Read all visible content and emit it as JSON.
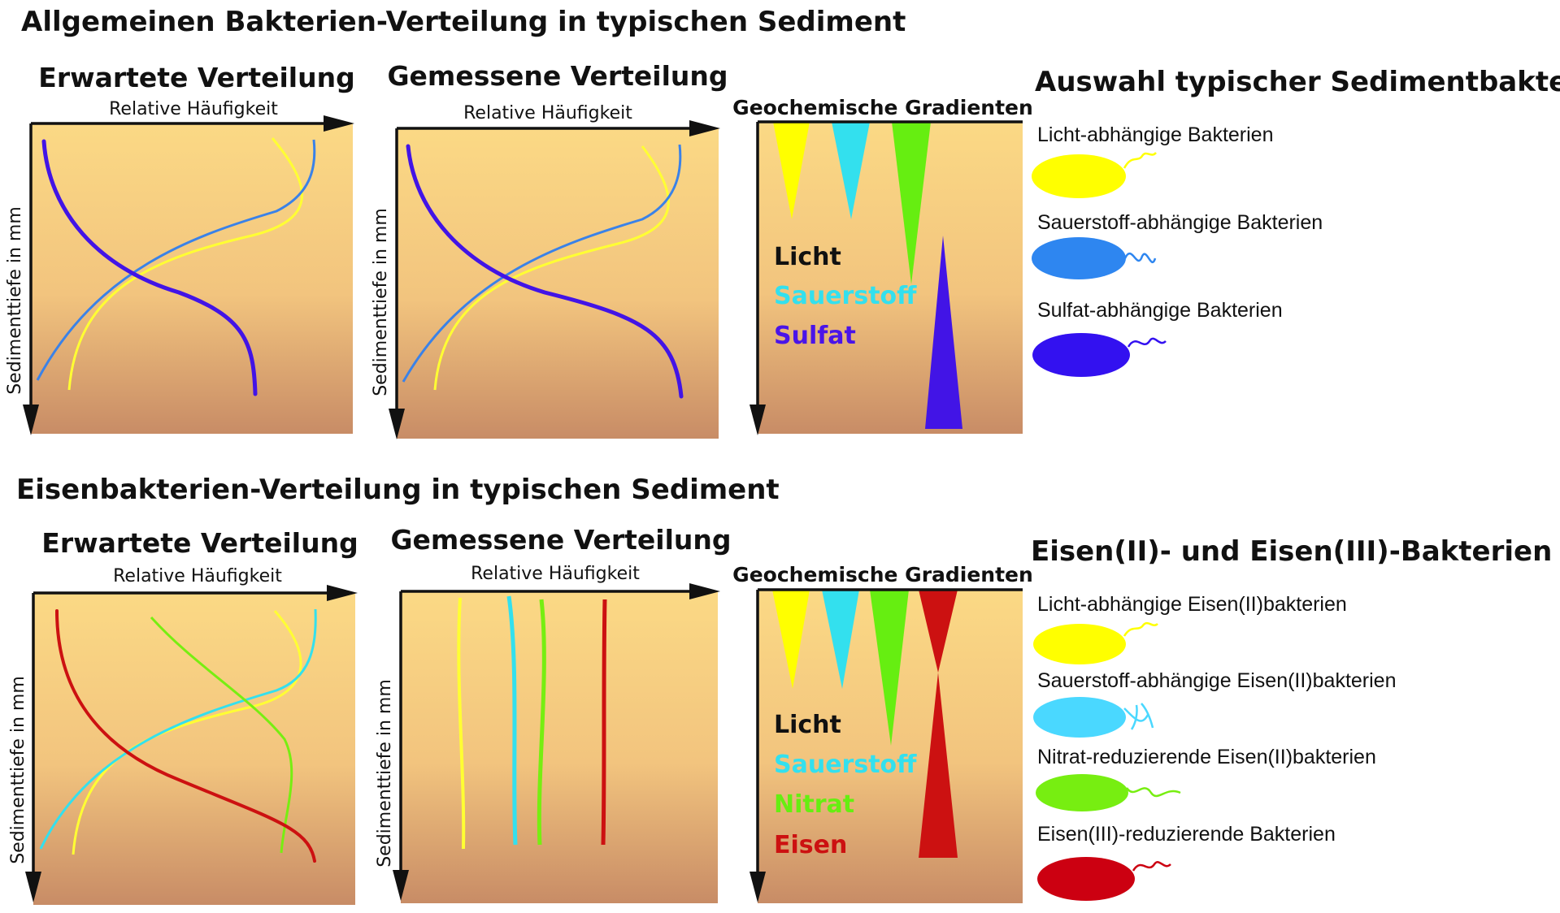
{
  "section1": {
    "title": "Allgemeinen Bakterien-Verteilung in typischen Sediment",
    "expected_title": "Erwartete Verteilung",
    "measured_title": "Gemessene Verteilung",
    "x_axis_label": "Relative Häufigkeit",
    "y_axis_label": "Sedimenttiefe in mm",
    "gradients_title": "Geochemische Gradienten",
    "gradient_labels": [
      {
        "text": "Licht",
        "color": "#111111"
      },
      {
        "text": "Sauerstoff",
        "color": "#33e0ee"
      },
      {
        "text": "Sulfat",
        "color": "#4a14e8"
      }
    ],
    "legend_title": "Auswahl typischer Sedimentbakterien",
    "legend_items": [
      {
        "label": "Licht-abhängige Bakterien",
        "color": "#ffff00",
        "tail": "#ffff00"
      },
      {
        "label": "Sauerstoff-abhängige Bakterien",
        "color": "#2e86f0",
        "tail": "#2e86f0"
      },
      {
        "label": "Sulfat-abhängige Bakterien",
        "color": "#3311f0",
        "tail": "#3311f0"
      }
    ]
  },
  "section2": {
    "title": "Eisenbakterien-Verteilung in typischen Sediment",
    "expected_title": "Erwartete Verteilung",
    "measured_title": "Gemessene Verteilung",
    "x_axis_label": "Relative Häufigkeit",
    "y_axis_label": "Sedimenttiefe in mm",
    "gradients_title": "Geochemische Gradienten",
    "gradient_labels": [
      {
        "text": "Licht",
        "color": "#111111"
      },
      {
        "text": "Sauerstoff",
        "color": "#33e0ee"
      },
      {
        "text": "Nitrat",
        "color": "#66ee11"
      },
      {
        "text": "Eisen",
        "color": "#cc1111"
      }
    ],
    "legend_title": "Eisen(II)- und Eisen(III)-Bakterien",
    "legend_items": [
      {
        "label": "Licht-abhängige Eisen(II)bakterien",
        "color": "#ffff00",
        "tail": "#ffff00"
      },
      {
        "label": "Sauerstoff-abhängige Eisen(II)bakterien",
        "color": "#4ad8ff",
        "tail": "#4ad8ff"
      },
      {
        "label": "Nitrat-reduzierende Eisen(II)bakterien",
        "color": "#77ee11",
        "tail": "#77ee11"
      },
      {
        "label": "Eisen(III)-reduzierende Bakterien",
        "color": "#cc0011",
        "tail": "#cc0011"
      }
    ]
  },
  "colors": {
    "sediment_top": "#fbd985",
    "sediment_bottom": "#c88c66",
    "light": "#ffff00",
    "oxygen_row1": "#3a82e8",
    "oxygen_row2": "#33e0ee",
    "sulfate": "#4214e6",
    "nitrate": "#66ee11",
    "iron": "#cc1111"
  }
}
